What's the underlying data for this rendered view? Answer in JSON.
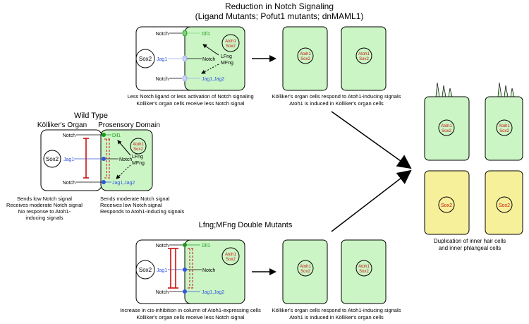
{
  "title": {
    "line1": "Reduction in Notch Signaling",
    "line2": "(Ligand Mutants; Pofut1 mutants; dnMAML1)"
  },
  "wild_type": {
    "title": "Wild Type",
    "kolliker_title": "Kölliker's Organ",
    "prosensory_title": "Prosensory Domain",
    "kolliker_caption": [
      "Sends low Notch signal",
      "Receives moderate Notch signal",
      "No response to Atoh1-",
      "inducing signals"
    ],
    "prosensory_caption": [
      "Sends moderate Notch signal",
      "Receives low Notch signal",
      "Responds to Atoh1-inducing signals"
    ]
  },
  "labels": {
    "notch": "Notch",
    "sox2": "Sox2",
    "jag1": "Jag1",
    "dll1": "Dll1",
    "lfng": "LFng",
    "mfng": "MFng",
    "jag1jag2": "Jag1,Jag2",
    "atoh1": "Atoh1",
    "atoh1_sox2_line2": "Sox2"
  },
  "reduction_panel": {
    "caption": [
      "Less Notch ligand or less activation of Notch signaling",
      "Kölliker's organ cells receive less Notch signal"
    ],
    "result_caption": [
      "Kölliker's organ cells respond to Atoh1-inducing signals",
      "Atoh1 is induced in Kölliker's organ cells"
    ]
  },
  "double_mutant_panel": {
    "title": "Lfng;MFng Double Mutants",
    "caption": [
      "Increase in cis-inhibition in column of Atoh1-expressing cells",
      "Kölliker's organ cells receive less Notch signal"
    ],
    "result_caption": [
      "Kölliker's organ cells respond to Atoh1-inducing signals",
      "Atoh1 is induced in Kölliker's organ cells"
    ]
  },
  "outcome": {
    "caption": [
      "Duplication of inner hair cells",
      "and inner phlangeal cells"
    ]
  },
  "colors": {
    "green_cell": "#ccf5c6",
    "yellow_cell": "#f6f09a",
    "dll1_green": "#1a9a1a",
    "jag_blue": "#3355dd",
    "inhibit_red": "#cc1111"
  }
}
